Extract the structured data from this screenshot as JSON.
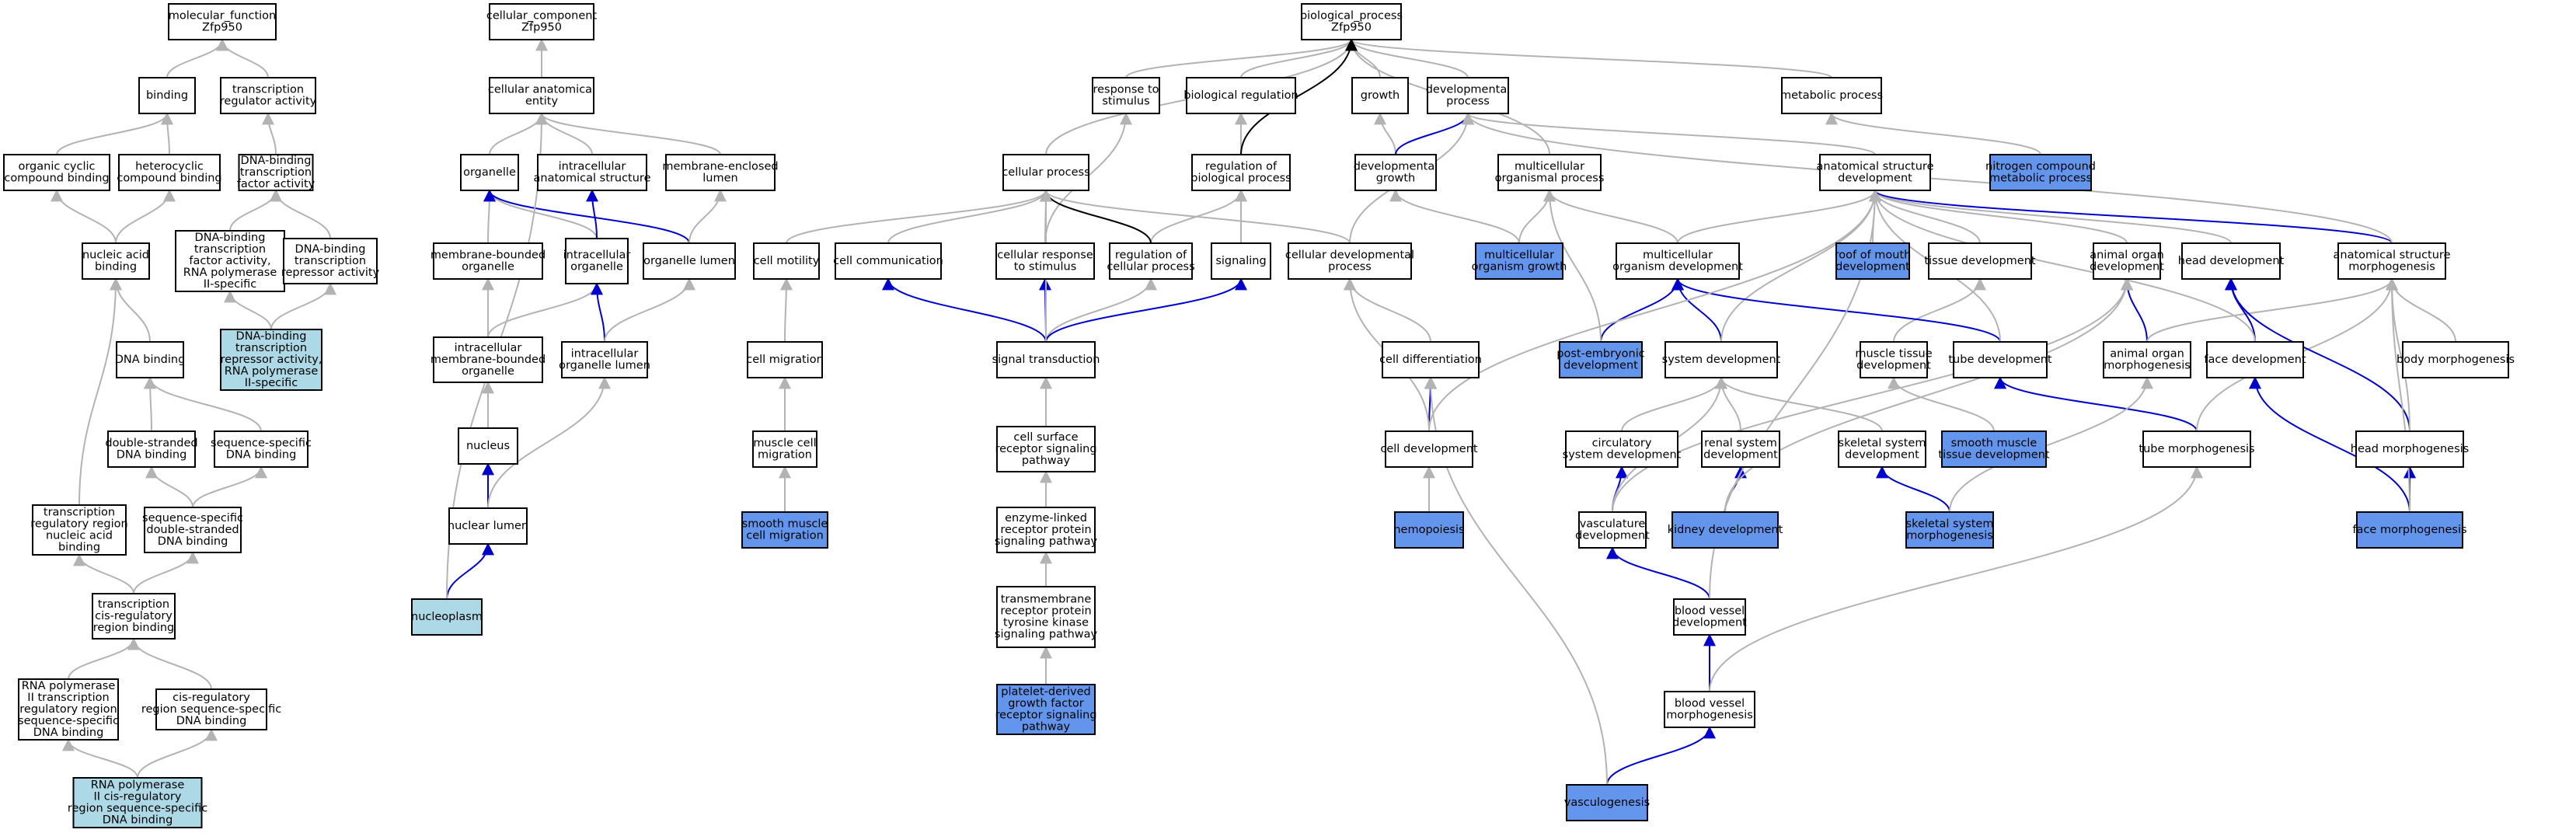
{
  "colors": {
    "default_fill": "#ffffff",
    "query_fill": "#add8e6",
    "annotated_fill": "#6495ed",
    "edge_is_a": "#b3b3b3",
    "edge_part_of": "#0000cd",
    "edge_regulates": "#000000"
  },
  "nodes": [
    {
      "id": "mf",
      "lines": [
        "molecular_function",
        "Zfp950"
      ],
      "fill": "white"
    },
    {
      "id": "binding",
      "lines": [
        "binding"
      ],
      "fill": "white"
    },
    {
      "id": "tra",
      "lines": [
        "transcription",
        "regulator activity"
      ],
      "fill": "white"
    },
    {
      "id": "occb",
      "lines": [
        "organic cyclic",
        "compound binding"
      ],
      "fill": "white"
    },
    {
      "id": "hcb",
      "lines": [
        "heterocyclic",
        "compound binding"
      ],
      "fill": "white"
    },
    {
      "id": "dbtfa",
      "lines": [
        "DNA-binding",
        "transcription",
        "factor activity"
      ],
      "fill": "white"
    },
    {
      "id": "nab",
      "lines": [
        "nucleic acid",
        "binding"
      ],
      "fill": "white"
    },
    {
      "id": "dbtfa2",
      "lines": [
        "DNA-binding",
        "transcription",
        "factor activity,",
        "RNA polymerase",
        "II-specific"
      ],
      "fill": "white"
    },
    {
      "id": "dbtra",
      "lines": [
        "DNA-binding",
        "transcription",
        "repressor activity"
      ],
      "fill": "white"
    },
    {
      "id": "dbtra2",
      "lines": [
        "DNA-binding",
        "transcription",
        "repressor activity,",
        "RNA polymerase",
        "II-specific"
      ],
      "fill": "query"
    },
    {
      "id": "dnab",
      "lines": [
        "DNA binding"
      ],
      "fill": "white"
    },
    {
      "id": "dsdb",
      "lines": [
        "double-stranded",
        "DNA binding"
      ],
      "fill": "white"
    },
    {
      "id": "ssdb",
      "lines": [
        "sequence-specific",
        "DNA binding"
      ],
      "fill": "white"
    },
    {
      "id": "trrnab",
      "lines": [
        "transcription",
        "regulatory region",
        "nucleic acid",
        "binding"
      ],
      "fill": "white"
    },
    {
      "id": "ssdsdb",
      "lines": [
        "sequence-specific",
        "double-stranded",
        "DNA binding"
      ],
      "fill": "white"
    },
    {
      "id": "tcrrb",
      "lines": [
        "transcription",
        "cis-regulatory",
        "region binding"
      ],
      "fill": "white"
    },
    {
      "id": "rp2trr",
      "lines": [
        "RNA polymerase",
        "II transcription",
        "regulatory region",
        "sequence-specific",
        "DNA binding"
      ],
      "fill": "white"
    },
    {
      "id": "crrssdb",
      "lines": [
        "cis-regulatory",
        "region sequence-specific",
        "DNA binding"
      ],
      "fill": "white"
    },
    {
      "id": "rp2crr",
      "lines": [
        "RNA polymerase",
        "II cis-regulatory",
        "region sequence-specific",
        "DNA binding"
      ],
      "fill": "query"
    },
    {
      "id": "cc",
      "lines": [
        "cellular_component",
        "Zfp950"
      ],
      "fill": "white"
    },
    {
      "id": "cae",
      "lines": [
        "cellular anatomical",
        "entity"
      ],
      "fill": "white"
    },
    {
      "id": "organelle",
      "lines": [
        "organelle"
      ],
      "fill": "white"
    },
    {
      "id": "ias",
      "lines": [
        "intracellular",
        "anatomical structure"
      ],
      "fill": "white"
    },
    {
      "id": "mel",
      "lines": [
        "membrane-enclosed",
        "lumen"
      ],
      "fill": "white"
    },
    {
      "id": "mbo",
      "lines": [
        "membrane-bounded",
        "organelle"
      ],
      "fill": "white"
    },
    {
      "id": "io",
      "lines": [
        "intracellular",
        "organelle"
      ],
      "fill": "white"
    },
    {
      "id": "ol",
      "lines": [
        "organelle lumen"
      ],
      "fill": "white"
    },
    {
      "id": "imbo",
      "lines": [
        "intracellular",
        "membrane-bounded",
        "organelle"
      ],
      "fill": "white"
    },
    {
      "id": "iol",
      "lines": [
        "intracellular",
        "organelle lumen"
      ],
      "fill": "white"
    },
    {
      "id": "nucleus",
      "lines": [
        "nucleus"
      ],
      "fill": "white"
    },
    {
      "id": "nl",
      "lines": [
        "nuclear lumen"
      ],
      "fill": "white"
    },
    {
      "id": "nucleoplasm",
      "lines": [
        "nucleoplasm"
      ],
      "fill": "query"
    },
    {
      "id": "bp",
      "lines": [
        "biological_process",
        "Zfp950"
      ],
      "fill": "white"
    },
    {
      "id": "rts",
      "lines": [
        "response to",
        "stimulus"
      ],
      "fill": "white"
    },
    {
      "id": "breg",
      "lines": [
        "biological regulation"
      ],
      "fill": "white"
    },
    {
      "id": "growth",
      "lines": [
        "growth"
      ],
      "fill": "white"
    },
    {
      "id": "devp",
      "lines": [
        "developmental",
        "process"
      ],
      "fill": "white"
    },
    {
      "id": "metp",
      "lines": [
        "metabolic process"
      ],
      "fill": "white"
    },
    {
      "id": "ncmp",
      "lines": [
        "nitrogen compound",
        "metabolic process"
      ],
      "fill": "annot"
    },
    {
      "id": "cellp",
      "lines": [
        "cellular process"
      ],
      "fill": "white"
    },
    {
      "id": "rbp",
      "lines": [
        "regulation of",
        "biological process"
      ],
      "fill": "white"
    },
    {
      "id": "devg",
      "lines": [
        "developmental",
        "growth"
      ],
      "fill": "white"
    },
    {
      "id": "mcop",
      "lines": [
        "multicellular",
        "organismal process"
      ],
      "fill": "white"
    },
    {
      "id": "asd",
      "lines": [
        "anatomical structure",
        "development"
      ],
      "fill": "white"
    },
    {
      "id": "cmot",
      "lines": [
        "cell motility"
      ],
      "fill": "white"
    },
    {
      "id": "ccom",
      "lines": [
        "cell communication"
      ],
      "fill": "white"
    },
    {
      "id": "crs",
      "lines": [
        "cellular response",
        "to stimulus"
      ],
      "fill": "white"
    },
    {
      "id": "rcp",
      "lines": [
        "regulation of",
        "cellular process"
      ],
      "fill": "white"
    },
    {
      "id": "sig",
      "lines": [
        "signaling"
      ],
      "fill": "white"
    },
    {
      "id": "cdp",
      "lines": [
        "cellular developmental",
        "process"
      ],
      "fill": "white"
    },
    {
      "id": "mog",
      "lines": [
        "multicellular",
        "organism growth"
      ],
      "fill": "annot"
    },
    {
      "id": "mod",
      "lines": [
        "multicellular",
        "organism development"
      ],
      "fill": "white"
    },
    {
      "id": "rmd",
      "lines": [
        "roof of mouth",
        "development"
      ],
      "fill": "annot"
    },
    {
      "id": "tisd",
      "lines": [
        "tissue development"
      ],
      "fill": "white"
    },
    {
      "id": "aod",
      "lines": [
        "animal organ",
        "development"
      ],
      "fill": "white"
    },
    {
      "id": "hd",
      "lines": [
        "head development"
      ],
      "fill": "white"
    },
    {
      "id": "asm",
      "lines": [
        "anatomical structure",
        "morphogenesis"
      ],
      "fill": "white"
    },
    {
      "id": "cmig",
      "lines": [
        "cell migration"
      ],
      "fill": "white"
    },
    {
      "id": "st",
      "lines": [
        "signal transduction"
      ],
      "fill": "white"
    },
    {
      "id": "cdiff",
      "lines": [
        "cell differentiation"
      ],
      "fill": "white"
    },
    {
      "id": "ped",
      "lines": [
        "post-embryonic",
        "development"
      ],
      "fill": "annot"
    },
    {
      "id": "sd",
      "lines": [
        "system development"
      ],
      "fill": "white"
    },
    {
      "id": "mtd",
      "lines": [
        "muscle tissue",
        "development"
      ],
      "fill": "white"
    },
    {
      "id": "td",
      "lines": [
        "tube development"
      ],
      "fill": "white"
    },
    {
      "id": "aom",
      "lines": [
        "animal organ",
        "morphogenesis"
      ],
      "fill": "white"
    },
    {
      "id": "fd",
      "lines": [
        "face development"
      ],
      "fill": "white"
    },
    {
      "id": "bm",
      "lines": [
        "body morphogenesis"
      ],
      "fill": "white"
    },
    {
      "id": "mcm",
      "lines": [
        "muscle cell",
        "migration"
      ],
      "fill": "white"
    },
    {
      "id": "csrsp",
      "lines": [
        "cell surface",
        "receptor signaling",
        "pathway"
      ],
      "fill": "white"
    },
    {
      "id": "cdev",
      "lines": [
        "cell development"
      ],
      "fill": "white"
    },
    {
      "id": "csd",
      "lines": [
        "circulatory",
        "system development"
      ],
      "fill": "white"
    },
    {
      "id": "rsd",
      "lines": [
        "renal system",
        "development"
      ],
      "fill": "white"
    },
    {
      "id": "sksd",
      "lines": [
        "skeletal system",
        "development"
      ],
      "fill": "white"
    },
    {
      "id": "smtd",
      "lines": [
        "smooth muscle",
        "tissue development"
      ],
      "fill": "annot"
    },
    {
      "id": "tm",
      "lines": [
        "tube morphogenesis"
      ],
      "fill": "white"
    },
    {
      "id": "hm",
      "lines": [
        "head morphogenesis"
      ],
      "fill": "white"
    },
    {
      "id": "smcm",
      "lines": [
        "smooth muscle",
        "cell migration"
      ],
      "fill": "annot"
    },
    {
      "id": "elrsp",
      "lines": [
        "enzyme-linked",
        "receptor protein",
        "signaling pathway"
      ],
      "fill": "white"
    },
    {
      "id": "hemo",
      "lines": [
        "hemopoiesis"
      ],
      "fill": "annot"
    },
    {
      "id": "vd",
      "lines": [
        "vasculature",
        "development"
      ],
      "fill": "white"
    },
    {
      "id": "kd",
      "lines": [
        "kidney development"
      ],
      "fill": "annot"
    },
    {
      "id": "ssm",
      "lines": [
        "skeletal system",
        "morphogenesis"
      ],
      "fill": "annot"
    },
    {
      "id": "fm",
      "lines": [
        "face morphogenesis"
      ],
      "fill": "annot"
    },
    {
      "id": "bvd",
      "lines": [
        "blood vessel",
        "development"
      ],
      "fill": "white"
    },
    {
      "id": "trptk",
      "lines": [
        "transmembrane",
        "receptor protein",
        "tyrosine kinase",
        "signaling pathway"
      ],
      "fill": "white"
    },
    {
      "id": "pdgf",
      "lines": [
        "platelet-derived",
        "growth factor",
        "receptor signaling",
        "pathway"
      ],
      "fill": "annot"
    },
    {
      "id": "bvm",
      "lines": [
        "blood vessel",
        "morphogenesis"
      ],
      "fill": "white"
    },
    {
      "id": "vasc",
      "lines": [
        "vasculogenesis"
      ],
      "fill": "annot"
    }
  ],
  "edges": [
    [
      "binding",
      "mf",
      "is_a"
    ],
    [
      "tra",
      "mf",
      "is_a"
    ],
    [
      "occb",
      "binding",
      "is_a"
    ],
    [
      "hcb",
      "binding",
      "is_a"
    ],
    [
      "dbtfa",
      "tra",
      "is_a"
    ],
    [
      "nab",
      "occb",
      "is_a"
    ],
    [
      "nab",
      "hcb",
      "is_a"
    ],
    [
      "dbtfa2",
      "dbtfa",
      "is_a"
    ],
    [
      "dbtra",
      "dbtfa",
      "is_a"
    ],
    [
      "dbtra2",
      "dbtfa2",
      "is_a"
    ],
    [
      "dbtra2",
      "dbtra",
      "is_a"
    ],
    [
      "dnab",
      "nab",
      "is_a"
    ],
    [
      "trrnab",
      "nab",
      "is_a"
    ],
    [
      "dsdb",
      "dnab",
      "is_a"
    ],
    [
      "ssdb",
      "dnab",
      "is_a"
    ],
    [
      "ssdsdb",
      "dsdb",
      "is_a"
    ],
    [
      "ssdsdb",
      "ssdb",
      "is_a"
    ],
    [
      "tcrrb",
      "trrnab",
      "is_a"
    ],
    [
      "tcrrb",
      "ssdsdb",
      "is_a"
    ],
    [
      "rp2trr",
      "tcrrb",
      "is_a"
    ],
    [
      "crrssdb",
      "tcrrb",
      "is_a"
    ],
    [
      "rp2crr",
      "rp2trr",
      "is_a"
    ],
    [
      "rp2crr",
      "crrssdb",
      "is_a"
    ],
    [
      "cae",
      "cc",
      "is_a"
    ],
    [
      "organelle",
      "cae",
      "is_a"
    ],
    [
      "ias",
      "cae",
      "is_a"
    ],
    [
      "mel",
      "cae",
      "is_a"
    ],
    [
      "mbo",
      "organelle",
      "is_a"
    ],
    [
      "io",
      "organelle",
      "is_a"
    ],
    [
      "io",
      "ias",
      "part_of"
    ],
    [
      "ol",
      "organelle",
      "part_of"
    ],
    [
      "ol",
      "mel",
      "is_a"
    ],
    [
      "imbo",
      "mbo",
      "is_a"
    ],
    [
      "imbo",
      "io",
      "is_a"
    ],
    [
      "iol",
      "io",
      "part_of"
    ],
    [
      "iol",
      "ol",
      "is_a"
    ],
    [
      "nucleus",
      "imbo",
      "is_a"
    ],
    [
      "nl",
      "nucleus",
      "part_of"
    ],
    [
      "nl",
      "iol",
      "is_a"
    ],
    [
      "nucleoplasm",
      "nl",
      "part_of"
    ],
    [
      "nucleoplasm",
      "cae",
      "is_a"
    ],
    [
      "rts",
      "bp",
      "is_a"
    ],
    [
      "breg",
      "bp",
      "is_a"
    ],
    [
      "growth",
      "bp",
      "is_a"
    ],
    [
      "devp",
      "bp",
      "is_a"
    ],
    [
      "metp",
      "bp",
      "is_a"
    ],
    [
      "cellp",
      "bp",
      "is_a"
    ],
    [
      "mcop",
      "bp",
      "is_a"
    ],
    [
      "ncmp",
      "metp",
      "is_a"
    ],
    [
      "rbp",
      "breg",
      "is_a"
    ],
    [
      "rbp",
      "bp",
      "regulates"
    ],
    [
      "devg",
      "growth",
      "is_a"
    ],
    [
      "devg",
      "devp",
      "part_of"
    ],
    [
      "asd",
      "devp",
      "is_a"
    ],
    [
      "cmot",
      "cellp",
      "is_a"
    ],
    [
      "ccom",
      "cellp",
      "is_a"
    ],
    [
      "crs",
      "cellp",
      "is_a"
    ],
    [
      "crs",
      "rts",
      "is_a"
    ],
    [
      "rcp",
      "rbp",
      "is_a"
    ],
    [
      "rcp",
      "cellp",
      "regulates"
    ],
    [
      "sig",
      "rbp",
      "is_a"
    ],
    [
      "cdp",
      "cellp",
      "is_a"
    ],
    [
      "cdp",
      "devp",
      "is_a"
    ],
    [
      "mog",
      "devg",
      "is_a"
    ],
    [
      "mog",
      "mcop",
      "is_a"
    ],
    [
      "mod",
      "mcop",
      "is_a"
    ],
    [
      "mod",
      "asd",
      "is_a"
    ],
    [
      "rmd",
      "asd",
      "is_a"
    ],
    [
      "tisd",
      "asd",
      "is_a"
    ],
    [
      "aod",
      "asd",
      "is_a"
    ],
    [
      "hd",
      "asd",
      "is_a"
    ],
    [
      "asm",
      "asd",
      "part_of"
    ],
    [
      "asm",
      "devp",
      "is_a"
    ],
    [
      "cmig",
      "cmot",
      "is_a"
    ],
    [
      "st",
      "ccom",
      "part_of"
    ],
    [
      "st",
      "crs",
      "part_of"
    ],
    [
      "st",
      "rcp",
      "is_a"
    ],
    [
      "st",
      "sig",
      "part_of"
    ],
    [
      "st",
      "cellp",
      "is_a"
    ],
    [
      "cdiff",
      "cdp",
      "is_a"
    ],
    [
      "ped",
      "mod",
      "part_of"
    ],
    [
      "ped",
      "mcop",
      "is_a"
    ],
    [
      "sd",
      "mod",
      "part_of"
    ],
    [
      "sd",
      "asd",
      "is_a"
    ],
    [
      "mtd",
      "tisd",
      "is_a"
    ],
    [
      "td",
      "mod",
      "part_of"
    ],
    [
      "td",
      "asd",
      "is_a"
    ],
    [
      "aom",
      "aod",
      "part_of"
    ],
    [
      "aom",
      "asm",
      "is_a"
    ],
    [
      "fd",
      "hd",
      "part_of"
    ],
    [
      "fd",
      "asd",
      "is_a"
    ],
    [
      "bm",
      "asm",
      "is_a"
    ],
    [
      "mcm",
      "cmig",
      "is_a"
    ],
    [
      "csrsp",
      "st",
      "is_a"
    ],
    [
      "cdev",
      "cdiff",
      "part_of"
    ],
    [
      "cdev",
      "cdp",
      "is_a"
    ],
    [
      "cdev",
      "asd",
      "is_a"
    ],
    [
      "csd",
      "sd",
      "is_a"
    ],
    [
      "rsd",
      "sd",
      "is_a"
    ],
    [
      "sksd",
      "sd",
      "is_a"
    ],
    [
      "smtd",
      "mtd",
      "is_a"
    ],
    [
      "tm",
      "td",
      "part_of"
    ],
    [
      "tm",
      "asm",
      "is_a"
    ],
    [
      "hm",
      "hd",
      "part_of"
    ],
    [
      "hm",
      "asm",
      "is_a"
    ],
    [
      "smcm",
      "mcm",
      "is_a"
    ],
    [
      "elrsp",
      "csrsp",
      "is_a"
    ],
    [
      "hemo",
      "cdev",
      "is_a"
    ],
    [
      "vd",
      "csd",
      "part_of"
    ],
    [
      "vd",
      "sd",
      "is_a"
    ],
    [
      "vd",
      "aod",
      "is_a"
    ],
    [
      "kd",
      "rsd",
      "part_of"
    ],
    [
      "kd",
      "aod",
      "is_a"
    ],
    [
      "ssm",
      "sksd",
      "part_of"
    ],
    [
      "ssm",
      "aom",
      "is_a"
    ],
    [
      "fm",
      "fd",
      "part_of"
    ],
    [
      "fm",
      "hm",
      "part_of"
    ],
    [
      "fm",
      "asm",
      "is_a"
    ],
    [
      "bvd",
      "vd",
      "part_of"
    ],
    [
      "bvd",
      "asd",
      "is_a"
    ],
    [
      "trptk",
      "elrsp",
      "is_a"
    ],
    [
      "pdgf",
      "trptk",
      "is_a"
    ],
    [
      "bvm",
      "bvd",
      "part_of"
    ],
    [
      "bvm",
      "tm",
      "is_a"
    ],
    [
      "vasc",
      "bvm",
      "part_of"
    ],
    [
      "vasc",
      "cdiff",
      "is_a"
    ]
  ]
}
